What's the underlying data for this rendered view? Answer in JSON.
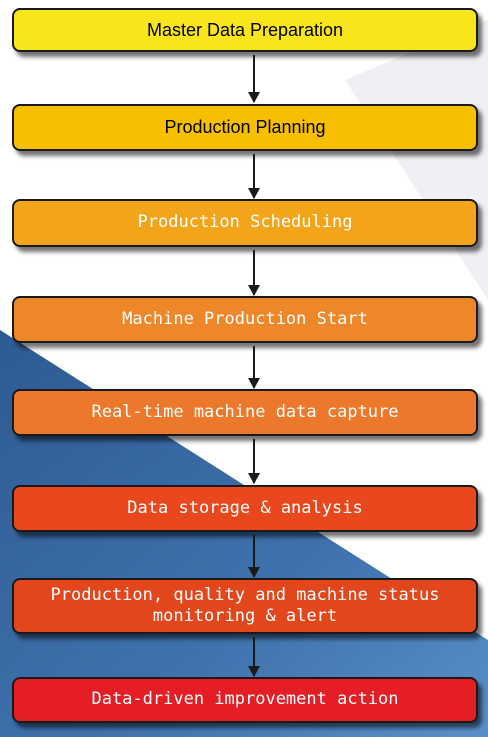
{
  "steps": [
    {
      "label": "Master Data Preparation",
      "fill": "#f9e51b"
    },
    {
      "label": "Production Planning",
      "fill": "#f6c000"
    },
    {
      "label": "Production Scheduling",
      "fill": "#f2a51a"
    },
    {
      "label": "Machine Production Start",
      "fill": "#ee8729"
    },
    {
      "label": "Real-time machine data capture",
      "fill": "#ec792b"
    },
    {
      "label": "Data storage & analysis",
      "fill": "#e9481f"
    },
    {
      "label": "Production, quality and machine status monitoring & alert",
      "fill": "#e2461c"
    },
    {
      "label": "Data-driven improvement action",
      "fill": "#e51e25"
    }
  ]
}
